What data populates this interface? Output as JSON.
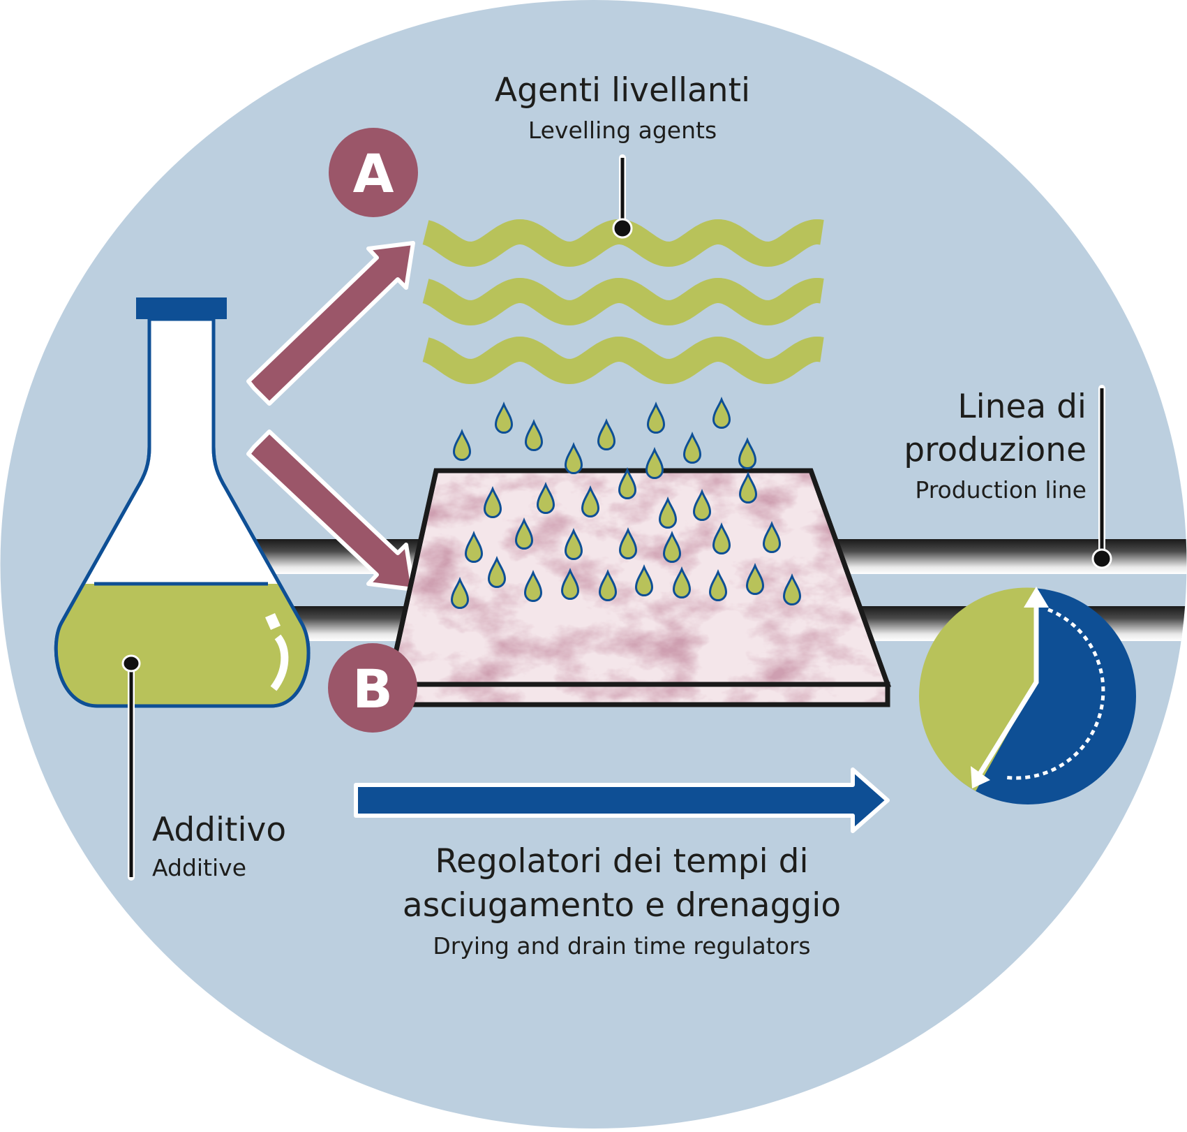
{
  "colors": {
    "background_circle": "#bccfdf",
    "page": "#ffffff",
    "accent_mauve": "#9b5669",
    "accent_green": "#b8c25a",
    "accent_blue": "#0e4f95",
    "label_text": "#1d1d1b",
    "marble_base": "#f4e6ea",
    "marble_vein": "#a86a7c"
  },
  "labels": {
    "levelling": {
      "title": "Agenti livellanti",
      "subtitle": "Levelling agents"
    },
    "production_line": {
      "title_line1": "Linea di",
      "title_line2": "produzione",
      "subtitle": "Production line"
    },
    "additive": {
      "title": "Additivo",
      "subtitle": "Additive"
    },
    "drying": {
      "title_line1": "Regolatori dei tempi di",
      "title_line2": "asciugamento e drenaggio",
      "subtitle": "Drying and drain time regulators"
    }
  },
  "markers": {
    "a": "A",
    "b": "B"
  },
  "icons": {
    "flask": "erlenmeyer-flask-icon",
    "waves": "wave-lines-icon",
    "drops": "droplet-icon",
    "slab": "marble-slab-icon",
    "timer": "timer-clock-icon",
    "arrow_up": "arrow-up-right-icon",
    "arrow_down": "arrow-down-right-icon",
    "arrow_right": "arrow-right-icon"
  },
  "timer": {
    "elapsed_fraction": 0.42
  }
}
